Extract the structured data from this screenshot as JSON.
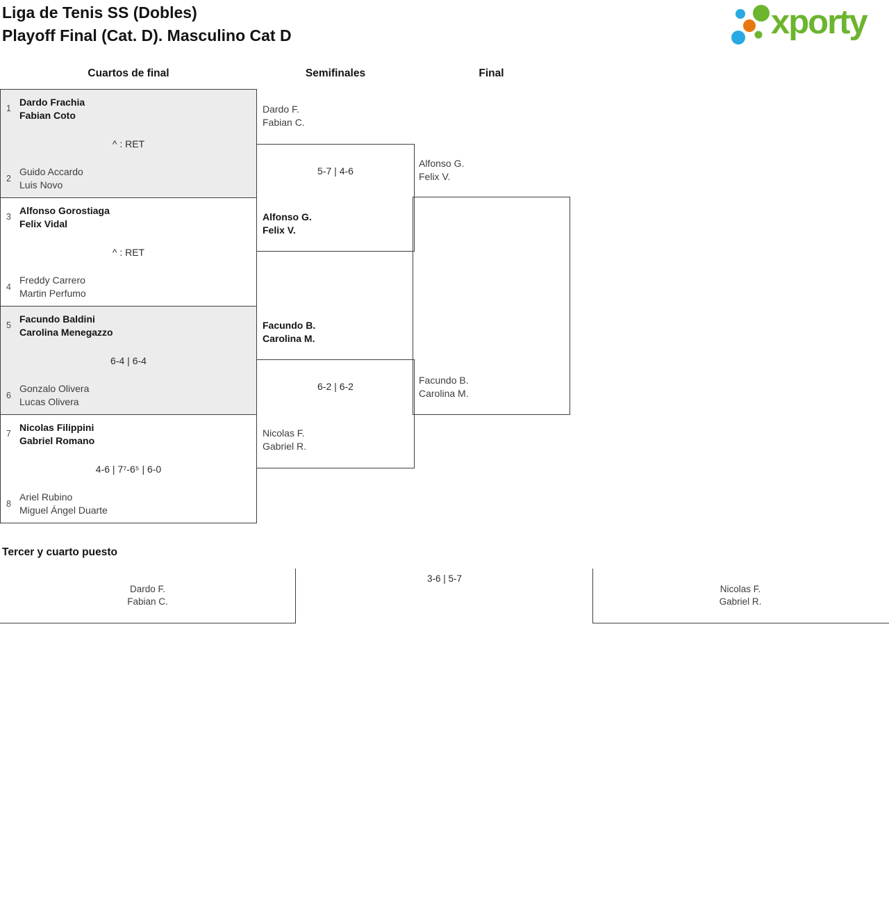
{
  "header": {
    "title_line1": "Liga de Tenis SS (Dobles)",
    "title_line2": "Playoff Final (Cat. D). Masculino Cat D",
    "logo_text": "xporty"
  },
  "columns": {
    "quarterfinals": "Cuartos de final",
    "semifinals": "Semifinales",
    "final": "Final"
  },
  "colors": {
    "accent_green": "#6cb52f",
    "dot_blue": "#29a9e1",
    "dot_orange": "#e8770f",
    "shaded_row": "#ececec",
    "border": "#3f3f3f"
  },
  "quarterfinals": [
    {
      "seed_top": "1",
      "top": [
        "Dardo Frachia",
        "Fabian Coto"
      ],
      "score": "^ : RET",
      "seed_bottom": "2",
      "bottom": [
        "Guido Accardo",
        "Luis Novo"
      ],
      "winner": "top"
    },
    {
      "seed_top": "3",
      "top": [
        "Alfonso Gorostiaga",
        "Felix Vidal"
      ],
      "score": "^ : RET",
      "seed_bottom": "4",
      "bottom": [
        "Freddy Carrero",
        "Martin Perfumo"
      ],
      "winner": "top"
    },
    {
      "seed_top": "5",
      "top": [
        "Facundo Baldini",
        "Carolina Menegazzo"
      ],
      "score": "6-4 | 6-4",
      "seed_bottom": "6",
      "bottom": [
        "Gonzalo Olivera",
        "Lucas Olivera"
      ],
      "winner": "top"
    },
    {
      "seed_top": "7",
      "top": [
        "Nicolas Filippini",
        "Gabriel Romano"
      ],
      "score": "4-6 | 7⁷-6⁵ | 6-0",
      "seed_bottom": "8",
      "bottom": [
        "Ariel Rubino",
        "Miguel Ángel Duarte"
      ],
      "winner": "top"
    }
  ],
  "semifinals": [
    {
      "top": [
        "Dardo F.",
        "Fabian C."
      ],
      "score": "5-7 | 4-6",
      "bottom": [
        "Alfonso G.",
        "Felix V."
      ],
      "winner": "bottom"
    },
    {
      "top": [
        "Facundo B.",
        "Carolina M."
      ],
      "score": "6-2 | 6-2",
      "bottom": [
        "Nicolas F.",
        "Gabriel R."
      ],
      "winner": "top"
    }
  ],
  "final": {
    "top": [
      "Alfonso G.",
      "Felix V."
    ],
    "bottom": [
      "Facundo B.",
      "Carolina M."
    ]
  },
  "third_place": {
    "heading": "Tercer y cuarto puesto",
    "left": [
      "Dardo F.",
      "Fabian C."
    ],
    "score": "3-6 | 5-7",
    "right": [
      "Nicolas F.",
      "Gabriel R."
    ]
  }
}
